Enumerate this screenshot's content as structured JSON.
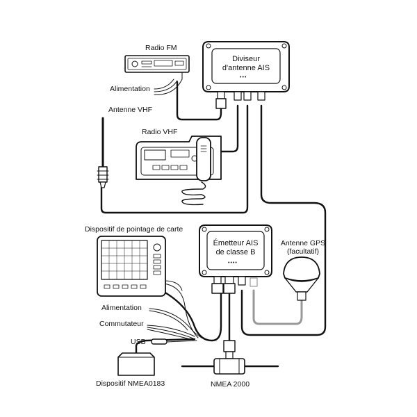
{
  "labels": {
    "radio_fm": "Radio FM",
    "alimentation_top": "Alimentation",
    "antenne_vhf": "Antenne VHF",
    "radio_vhf": "Radio VHF",
    "splitter_line1": "Diviseur",
    "splitter_line2": "d'antenne AIS",
    "chartplotter": "Dispositif de pointage de carte",
    "transponder_line1": "Émetteur AIS",
    "transponder_line2": "de classe B",
    "gps_line1": "Antenne GPS",
    "gps_line2": "(facultatif)",
    "alimentation_bottom": "Alimentation",
    "commutateur": "Commutateur",
    "usb": "USB",
    "nmea0183": "Dispositif NMEA0183",
    "nmea2000": "NMEA 2000"
  },
  "indicators": {
    "splitter": "•••",
    "transponder": "••••"
  }
}
